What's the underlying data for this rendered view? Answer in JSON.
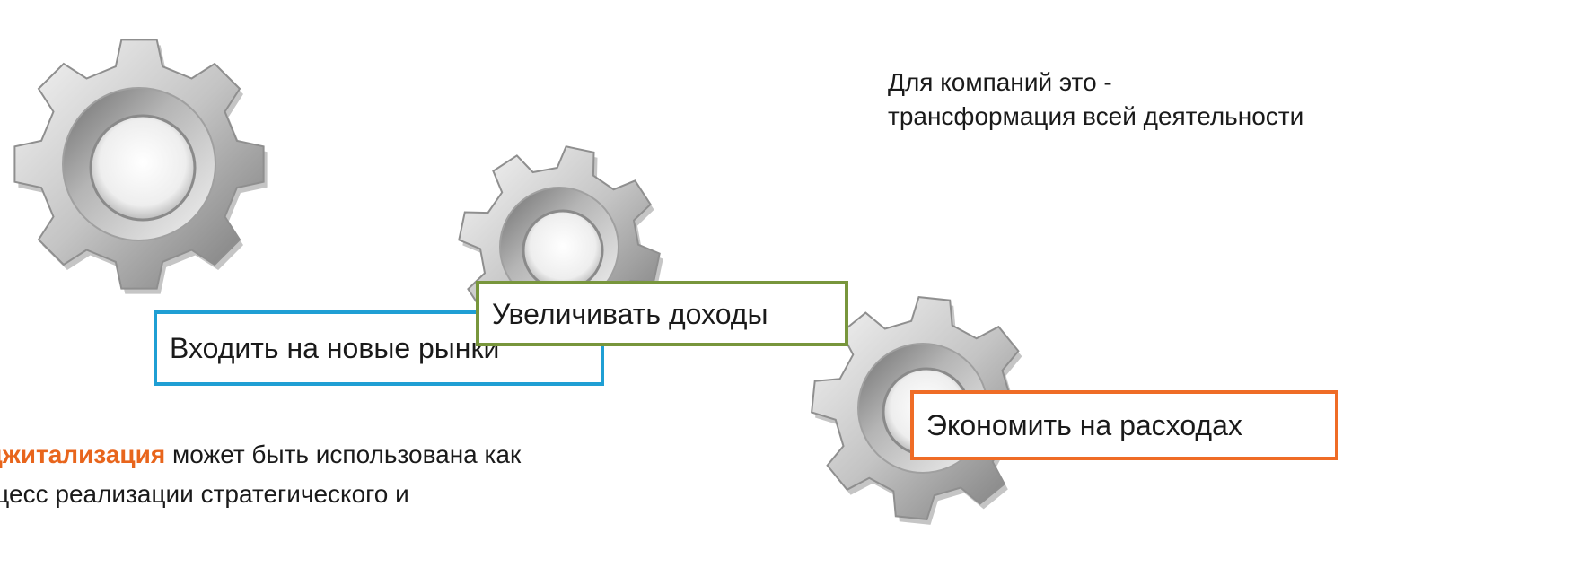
{
  "note": {
    "line1": "Для компаний это -",
    "line2": "трансформация всей деятельности"
  },
  "labels": {
    "markets": "Входить на новые рынки",
    "income": "Увеличивать доходы",
    "costs": "Экономить на расходах"
  },
  "colors": {
    "markets_border": "#1f9fd4",
    "income_border": "#78963c",
    "costs_border": "#ef6c26",
    "highlight_text": "#e8651c"
  },
  "bottom": {
    "highlight": "Диджитализация",
    "line1_rest": " может быть использована как",
    "line2": "процесс реализации стратегического и"
  },
  "icons": [
    "gear-icon",
    "gear-icon",
    "gear-icon"
  ]
}
